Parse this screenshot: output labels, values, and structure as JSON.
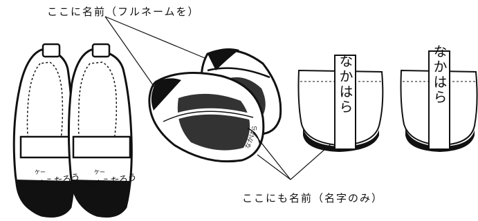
{
  "captions": {
    "top": "ここに名前（フルネームを）",
    "bottom": "ここにも名前（名字のみ）"
  },
  "labels": {
    "front_shoe_name": "なかはらたろう",
    "front_shoe_small": "ケー",
    "middle_left_name": "なかはら",
    "middle_right_name": "なかはら",
    "heel_name": "なかはら"
  }
}
